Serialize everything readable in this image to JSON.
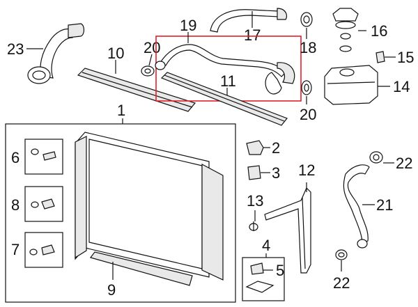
{
  "callouts": {
    "c1": "1",
    "c2": "2",
    "c3": "3",
    "c4": "4",
    "c5": "5",
    "c6": "6",
    "c7": "7",
    "c8": "8",
    "c9": "9",
    "c10": "10",
    "c11": "11",
    "c12": "12",
    "c13": "13",
    "c14": "14",
    "c15": "15",
    "c16": "16",
    "c17": "17",
    "c18": "18",
    "c19": "19",
    "c20a": "20",
    "c20b": "20",
    "c21": "21",
    "c22a": "22",
    "c22b": "22",
    "c23": "23"
  },
  "highlight_color": "#e0202a",
  "line_color": "#111111"
}
